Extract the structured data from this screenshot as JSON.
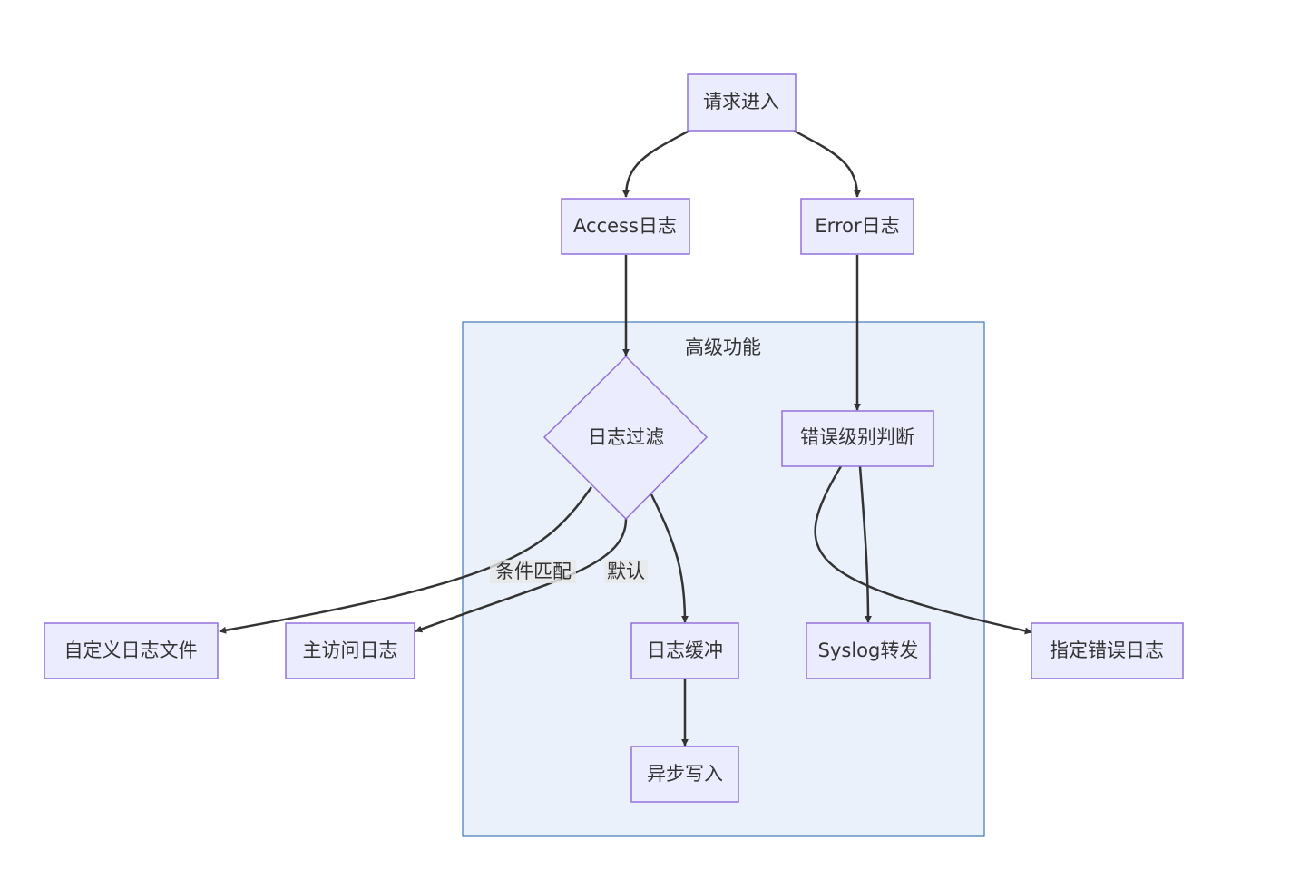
{
  "subgraph": {
    "title": "高级功能"
  },
  "nodes": {
    "request_in": "请求进入",
    "access_log": "Access日志",
    "error_log": "Error日志",
    "log_filter": "日志过滤",
    "error_level": "错误级别判断",
    "custom_log_file": "自定义日志文件",
    "main_access_log": "主访问日志",
    "log_buffer": "日志缓冲",
    "async_write": "异步写入",
    "syslog_forward": "Syslog转发",
    "specified_error_log": "指定错误日志"
  },
  "edge_labels": {
    "condition_match": "条件匹配",
    "default": "默认"
  },
  "colors": {
    "node_fill": "#ececff",
    "node_stroke": "#9370db",
    "cluster_fill": "#eaf1fb",
    "cluster_stroke": "#3f78b8",
    "edge": "#333333",
    "text": "#333333"
  }
}
